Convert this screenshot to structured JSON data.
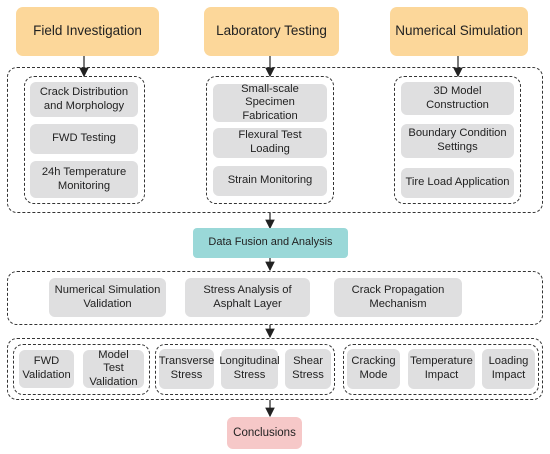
{
  "headers": {
    "field": "Field Investigation",
    "lab": "Laboratory Testing",
    "numerical": "Numerical Simulation"
  },
  "field_items": [
    "Crack Distribution and Morphology",
    "FWD Testing",
    "24h Temperature Monitoring"
  ],
  "lab_items": [
    "Small-scale Specimen Fabrication",
    "Flexural Test Loading",
    "Strain Monitoring"
  ],
  "numerical_items": [
    "3D Model Construction",
    "Boundary Condition Settings",
    "Tire Load Application"
  ],
  "fusion": "Data Fusion and Analysis",
  "analysis_items": [
    "Numerical Simulation Validation",
    "Stress Analysis of Asphalt Layer",
    "Crack Propagation Mechanism"
  ],
  "validation_items": [
    "FWD Validation",
    "Model Test Validation"
  ],
  "stress_items": [
    "Transverse Stress",
    "Longitudinal Stress",
    "Shear Stress"
  ],
  "crack_items": [
    "Cracking Mode",
    "Temperature Impact",
    "Loading Impact"
  ],
  "conclusions": "Conclusions",
  "colors": {
    "header": "#fcd79a",
    "item": "#dfdfe0",
    "fusion": "#9ad8d8",
    "conclusions": "#f6c8c8"
  }
}
